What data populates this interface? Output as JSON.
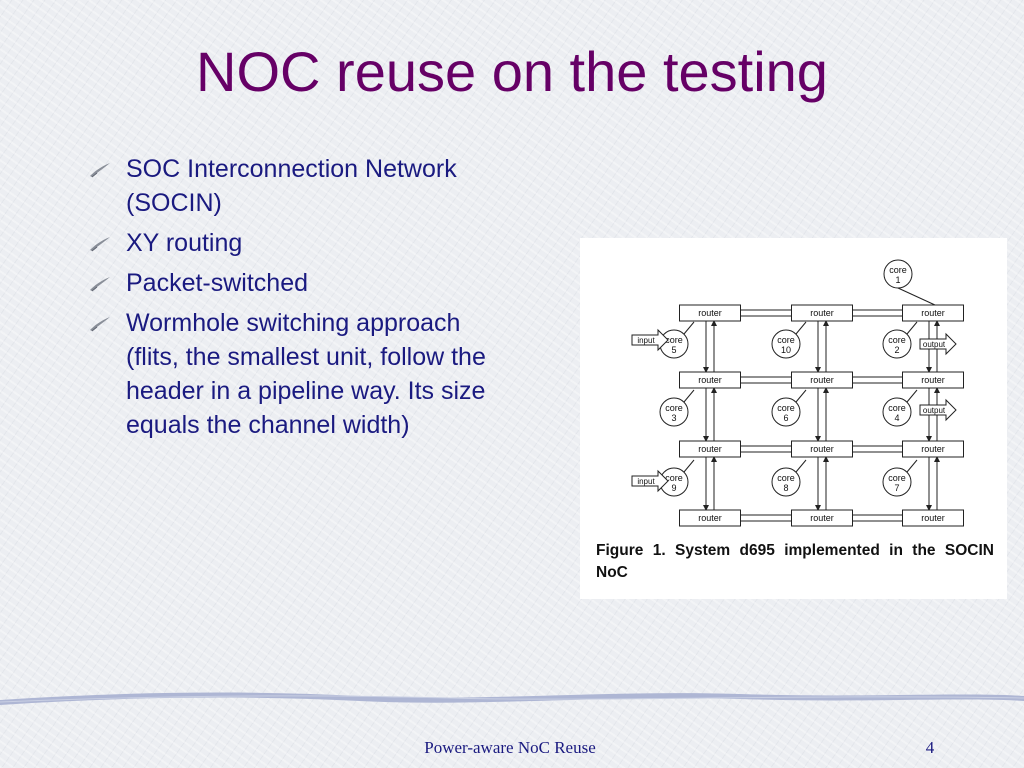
{
  "slide": {
    "title": "NOC reuse on the testing",
    "bullets": [
      "SOC Interconnection Network (SOCIN)",
      "XY routing",
      "Packet-switched",
      "Wormhole switching approach (flits, the smallest unit, follow the header in a pipeline way. Its size equals the channel width)"
    ],
    "footer": "Power-aware NoC Reuse",
    "page_number": "4",
    "colors": {
      "title": "#660066",
      "body_text": "#1a1a80",
      "background": "#eceef2",
      "wave": "#aeb6d4"
    }
  },
  "figure": {
    "caption": "Figure 1. System d695 implemented in the SOCIN NoC",
    "router_label": "router",
    "routers": [
      "router",
      "router",
      "router",
      "router",
      "router",
      "router",
      "router",
      "router",
      "router",
      "router",
      "router",
      "router"
    ],
    "cores": [
      {
        "word": "core",
        "id": "1"
      },
      {
        "word": "core",
        "id": "5"
      },
      {
        "word": "core",
        "id": "10"
      },
      {
        "word": "core",
        "id": "2"
      },
      {
        "word": "core",
        "id": "3"
      },
      {
        "word": "core",
        "id": "6"
      },
      {
        "word": "core",
        "id": "4"
      },
      {
        "word": "core",
        "id": "9"
      },
      {
        "word": "core",
        "id": "8"
      },
      {
        "word": "core",
        "id": "7"
      }
    ],
    "io": [
      {
        "label": "input"
      },
      {
        "label": "output"
      },
      {
        "label": "output"
      },
      {
        "label": "input"
      }
    ]
  }
}
